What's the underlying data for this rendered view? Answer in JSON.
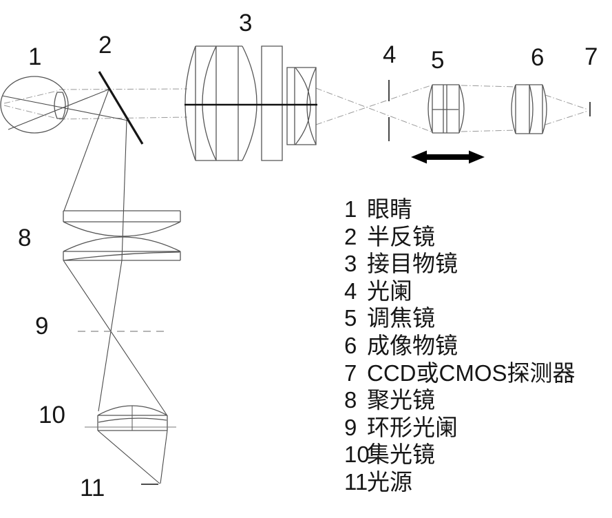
{
  "colors": {
    "ink": "#1a1a1a",
    "lens_outline": "#555555",
    "ray_dashdot": "#999999",
    "ray_solid": "#4a4a4a"
  },
  "components": [
    {
      "num": "1",
      "label": "眼睛"
    },
    {
      "num": "2",
      "label": "半反镜"
    },
    {
      "num": "3",
      "label": "接目物镜"
    },
    {
      "num": "4",
      "label": "光阑"
    },
    {
      "num": "5",
      "label": "调焦镜"
    },
    {
      "num": "6",
      "label": "成像物镜"
    },
    {
      "num": "7",
      "label": "CCD或CMOS探测器"
    },
    {
      "num": "8",
      "label": "聚光镜"
    },
    {
      "num": "9",
      "label": "环形光阑"
    },
    {
      "num": "10",
      "label": "集光镜"
    },
    {
      "num": "11",
      "label": "光源"
    }
  ]
}
